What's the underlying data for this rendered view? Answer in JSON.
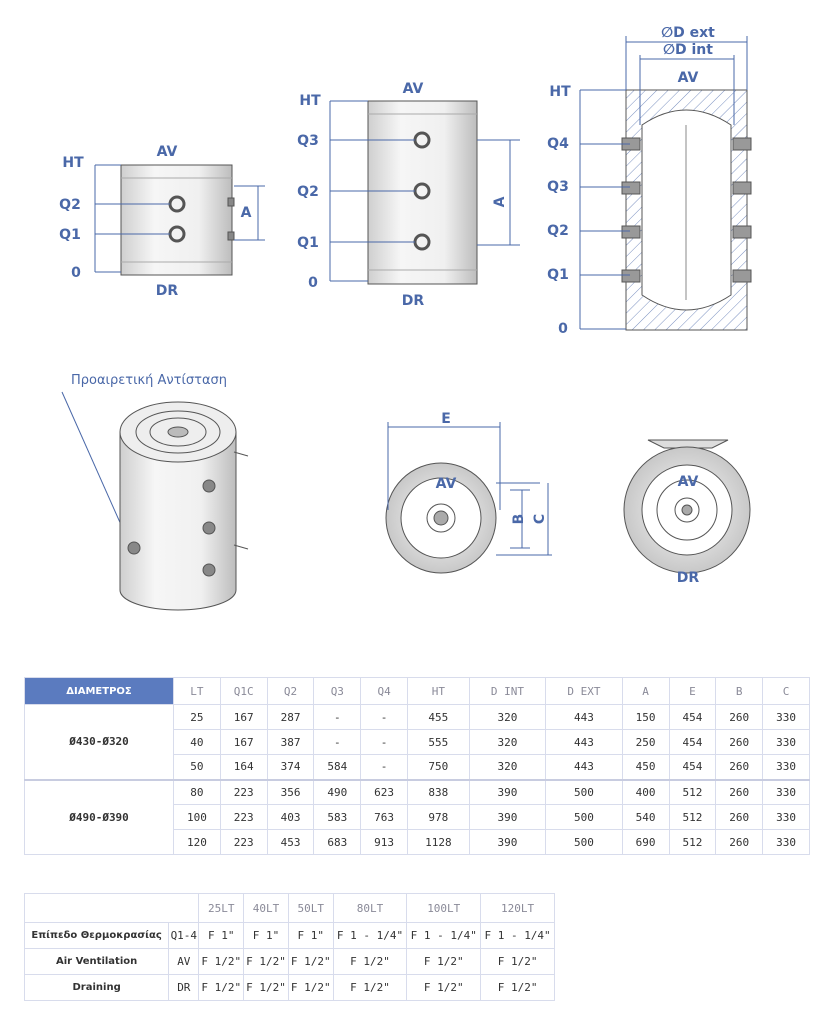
{
  "drawings": {
    "side_small": {
      "ht": "HT",
      "av": "AV",
      "q2": "Q2",
      "q1": "Q1",
      "zero": "0",
      "dr": "DR",
      "a": "A"
    },
    "side_medium": {
      "ht": "HT",
      "av": "AV",
      "q3": "Q3",
      "q2": "Q2",
      "q1": "Q1",
      "zero": "0",
      "dr": "DR",
      "a": "A"
    },
    "section": {
      "d_ext": "∅D ext",
      "d_int": "∅D int",
      "av": "AV",
      "ht": "HT",
      "q4": "Q4",
      "q3": "Q3",
      "q2": "Q2",
      "q1": "Q1",
      "zero": "0"
    },
    "iso": {
      "optional_heater": "Προαιρετική Αντίσταση"
    },
    "top_view": {
      "e": "E",
      "av": "AV",
      "b": "B",
      "c": "C"
    },
    "bottom_view": {
      "av": "AV",
      "dr": "DR"
    }
  },
  "dimensions_table": {
    "headers": [
      "ΔΙΑΜΕΤΡΟΣ",
      "LT",
      "Q1C",
      "Q2",
      "Q3",
      "Q4",
      "HT",
      "D INT",
      "D EXT",
      "A",
      "E",
      "B",
      "C"
    ],
    "groups": [
      {
        "diameter": "Ø430-Ø320",
        "rows": [
          [
            "25",
            "167",
            "287",
            "-",
            "-",
            "455",
            "320",
            "443",
            "150",
            "454",
            "260",
            "330"
          ],
          [
            "40",
            "167",
            "387",
            "-",
            "-",
            "555",
            "320",
            "443",
            "250",
            "454",
            "260",
            "330"
          ],
          [
            "50",
            "164",
            "374",
            "584",
            "-",
            "750",
            "320",
            "443",
            "450",
            "454",
            "260",
            "330"
          ]
        ]
      },
      {
        "diameter": "Ø490-Ø390",
        "rows": [
          [
            "80",
            "223",
            "356",
            "490",
            "623",
            "838",
            "390",
            "500",
            "400",
            "512",
            "260",
            "330"
          ],
          [
            "100",
            "223",
            "403",
            "583",
            "763",
            "978",
            "390",
            "500",
            "540",
            "512",
            "260",
            "330"
          ],
          [
            "120",
            "223",
            "453",
            "683",
            "913",
            "1128",
            "390",
            "500",
            "690",
            "512",
            "260",
            "330"
          ]
        ]
      }
    ]
  },
  "connections_table": {
    "headers": [
      "25LT",
      "40LT",
      "50LT",
      "80LT",
      "100LT",
      "120LT"
    ],
    "rows": [
      {
        "label": "Επίπεδο Θερμοκρασίας",
        "code": "Q1-4",
        "values": [
          "F 1\"",
          "F 1\"",
          "F 1\"",
          "F 1 - 1/4\"",
          "F 1 - 1/4\"",
          "F 1 - 1/4\""
        ]
      },
      {
        "label": "Air Ventilation",
        "code": "AV",
        "values": [
          "F 1/2\"",
          "F 1/2\"",
          "F 1/2\"",
          "F 1/2\"",
          "F 1/2\"",
          "F 1/2\""
        ]
      },
      {
        "label": "Draining",
        "code": "DR",
        "values": [
          "F 1/2\"",
          "F 1/2\"",
          "F 1/2\"",
          "F 1/2\"",
          "F 1/2\"",
          "F 1/2\""
        ]
      }
    ]
  }
}
